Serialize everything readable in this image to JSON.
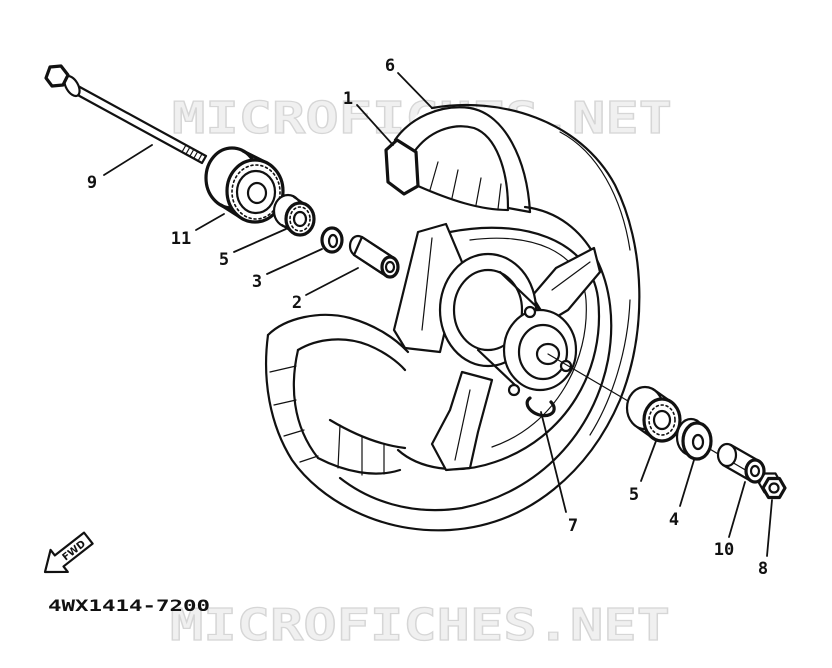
{
  "diagram": {
    "watermark": "MICROFICHES.NET",
    "callouts": [
      "1",
      "6",
      "9",
      "11",
      "5",
      "3",
      "2",
      "7",
      "5",
      "4",
      "10",
      "8"
    ],
    "drawing_number": "4WX1414-7200",
    "direction_label": "FWD"
  }
}
